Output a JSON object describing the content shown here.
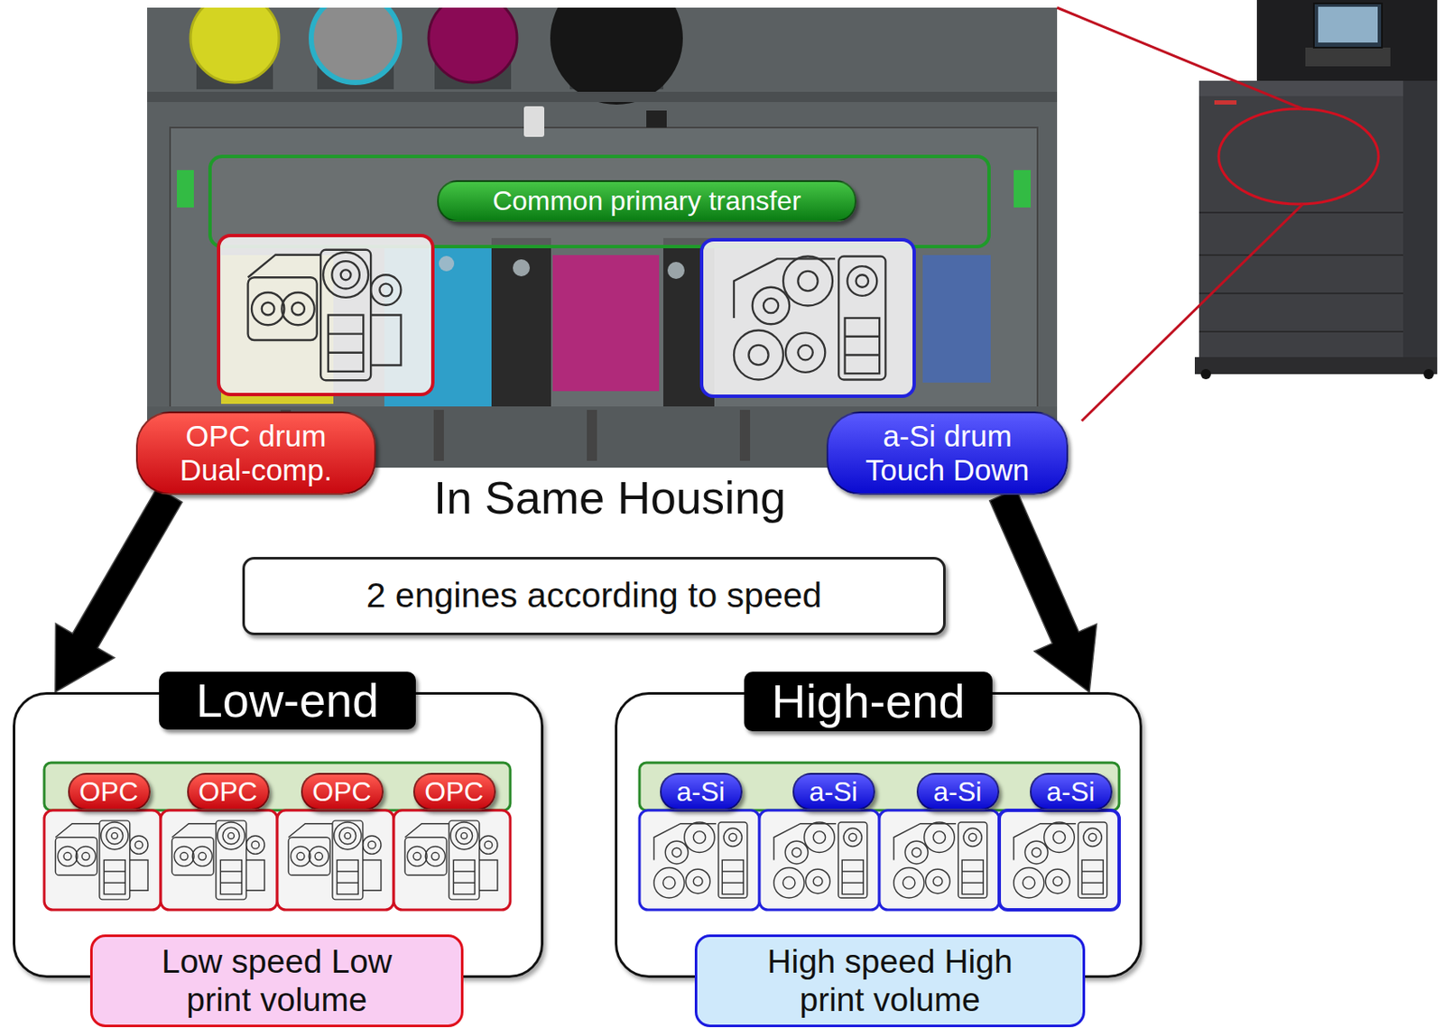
{
  "diagram": {
    "nodes": [
      {
        "text": [
          "Common primary transfer"
        ]
      },
      {
        "text": [
          "OPC drum Dual-comp."
        ]
      },
      {
        "text": [
          "a-Si drum Touch Down"
        ]
      },
      {
        "text": [
          "2 engines according to speed"
        ]
      },
      {
        "text": [
          "Low-end"
        ]
      },
      {
        "text": [
          "OPC"
        ],
        "in": 4
      },
      {
        "text": [
          "OPC"
        ],
        "in": 4
      },
      {
        "text": [
          "OPC"
        ],
        "in": 4
      },
      {
        "text": [
          "OPC"
        ],
        "in": 4
      },
      {
        "text": [
          "Low speed Low print volume"
        ],
        "in": 4
      },
      {
        "text": [
          "High-end"
        ]
      },
      {
        "text": [
          "a-Si"
        ],
        "in": 10
      },
      {
        "text": [
          "a-Si"
        ],
        "in": 10
      },
      {
        "text": [
          "a-Si"
        ],
        "in": 10
      },
      {
        "text": [
          "a-Si"
        ],
        "in": 10
      },
      {
        "text": [
          "High speed High print volume"
        ],
        "in": 10
      }
    ],
    "edges": [
      {
        "from": 1,
        "to": 4,
        "arrow": "to"
      },
      {
        "from": 2,
        "to": 10,
        "arrow": "to"
      }
    ],
    "labels": [
      "In Same Housing"
    ]
  }
}
